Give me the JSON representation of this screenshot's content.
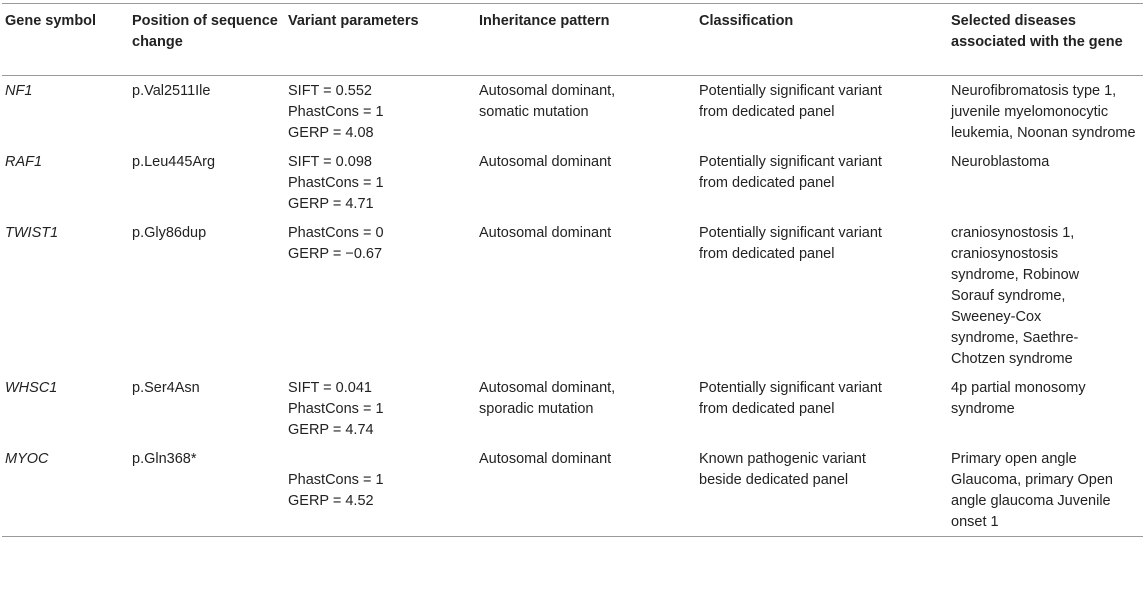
{
  "headers": [
    "Gene symbol",
    "Position of sequence change",
    "Variant parameters",
    "Inheritance pattern",
    "Classification",
    "Selected diseases associated with the gene"
  ],
  "rows": [
    {
      "gene": "NF1",
      "position": "p.Val2511Ile",
      "params": [
        "SIFT = 0.552",
        "PhastCons = 1",
        "GERP = 4.08"
      ],
      "inheritance": "Autosomal dominant, somatic mutation",
      "classification": "Potentially significant variant from dedicated panel",
      "diseases": "Neurofibromatosis type 1, juvenile myelomonocytic leukemia, Noonan syndrome"
    },
    {
      "gene": "RAF1",
      "position": "p.Leu445Arg",
      "params": [
        "SIFT = 0.098",
        "PhastCons = 1",
        "GERP = 4.71"
      ],
      "inheritance": "Autosomal dominant",
      "classification": "Potentially significant variant from dedicated panel",
      "diseases": "Neuroblastoma"
    },
    {
      "gene": "TWIST1",
      "position": "p.Gly86dup",
      "params": [
        "PhastCons = 0",
        "GERP = −0.67"
      ],
      "inheritance": "Autosomal dominant",
      "classification": "Potentially significant variant from dedicated panel",
      "diseases": "craniosynostosis 1, craniosynostosis syndrome, Robinow Sorauf syndrome, Sweeney-Cox syndrome, Saethre-Chotzen syndrome"
    },
    {
      "gene": "WHSC1",
      "position": "p.Ser4Asn",
      "params": [
        "SIFT = 0.041",
        "PhastCons = 1",
        "GERP = 4.74"
      ],
      "inheritance": "Autosomal dominant, sporadic mutation",
      "classification": "Potentially significant variant from dedicated panel",
      "diseases": "4p partial monosomy syndrome"
    },
    {
      "gene": "MYOC",
      "position": "p.Gln368*",
      "params": [
        "PhastCons = 1",
        "GERP = 4.52"
      ],
      "inheritance": "Autosomal dominant",
      "classification": "Known pathogenic variant beside dedicated panel",
      "diseases": "Primary open angle Glaucoma, primary Open angle glaucoma Juvenile onset 1"
    }
  ]
}
